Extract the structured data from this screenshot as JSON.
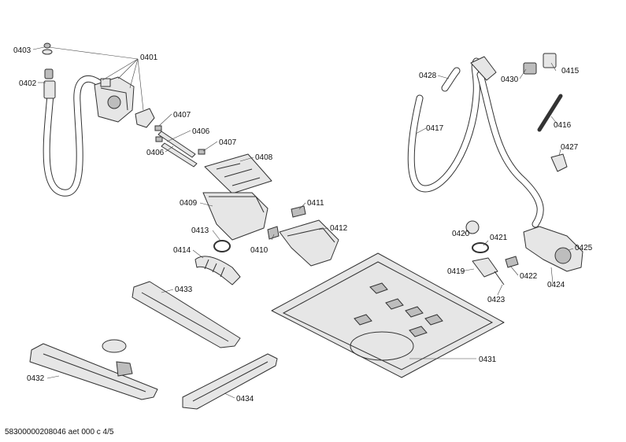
{
  "labels": {
    "p0401": "0401",
    "p0402": "0402",
    "p0403": "0403",
    "p0406a": "0406",
    "p0406b": "0406",
    "p0407a": "0407",
    "p0407b": "0407",
    "p0408": "0408",
    "p0409": "0409",
    "p0410": "0410",
    "p0411": "0411",
    "p0412": "0412",
    "p0413": "0413",
    "p0414": "0414",
    "p0415": "0415",
    "p0416": "0416",
    "p0417": "0417",
    "p0419": "0419",
    "p0420": "0420",
    "p0421": "0421",
    "p0422": "0422",
    "p0423": "0423",
    "p0424": "0424",
    "p0425": "0425",
    "p0427": "0427",
    "p0428": "0428",
    "p0430": "0430",
    "p0431": "0431",
    "p0432": "0432",
    "p0433": "0433",
    "p0434": "0434"
  },
  "footer": "58300000208046 aet 000 c 4/5"
}
